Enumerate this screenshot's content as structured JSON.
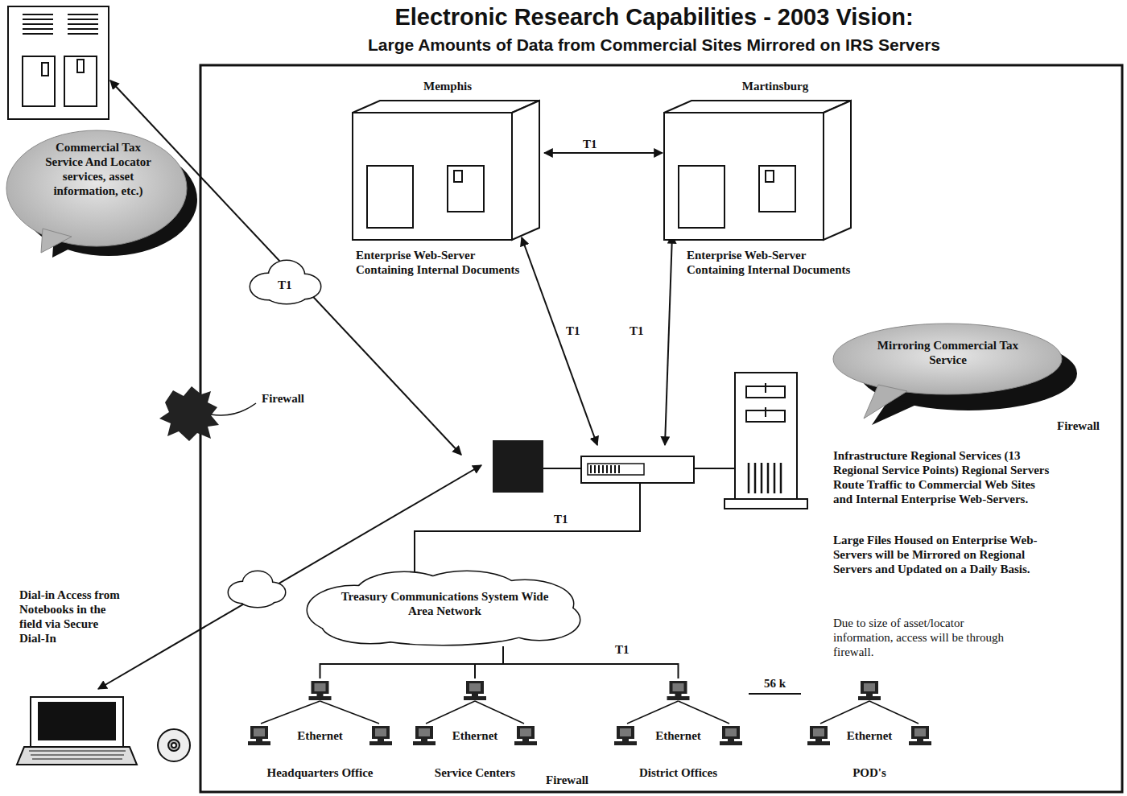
{
  "diagram": {
    "title": "Electronic Research Capabilities - 2003 Vision:",
    "nodes": [
      {
        "text": [
          "Commercial Tax Service And Locator services, asset information, etc.)"
        ]
      },
      {
        "text": [
          "Memphis",
          "Enterprise Web-Server Containing Internal Documents"
        ]
      },
      {
        "text": [
          "Martinsburg",
          "Enterprise Web-Server Containing Internal Documents"
        ]
      },
      {
        "text": [
          "Mirroring Commercial Tax Service"
        ]
      },
      {
        "text": [
          "Treasury Communications System Wide Area Network"
        ]
      },
      {
        "text": [
          "Dial-in Access from Notebooks in the field via Secure Dial-In"
        ]
      },
      {
        "text": [
          "Ethernet",
          "Headquarters Office"
        ]
      },
      {
        "text": [
          "Ethernet",
          "Service Centers"
        ]
      },
      {
        "text": [
          "Ethernet",
          "District Offices"
        ]
      },
      {
        "text": [
          "Ethernet",
          "POD's"
        ]
      }
    ],
    "edges": [
      {
        "from": 1,
        "to": 2,
        "arrow": "both",
        "label": "T1"
      },
      {
        "from": 4,
        "to": 6,
        "arrow": "none"
      },
      {
        "from": 4,
        "to": 7,
        "arrow": "none"
      },
      {
        "from": 4,
        "to": 8,
        "arrow": "none",
        "label": "T1"
      },
      {
        "from": 8,
        "to": 9,
        "arrow": "none",
        "label": "56 k"
      }
    ],
    "labels": [
      "Large Amounts of Data from Commercial Sites Mirrored on IRS Servers",
      "T1",
      "Firewall",
      "T1",
      "T1",
      "Firewall",
      "Infrastructure Regional Services (13 Regional Service Points) Regional Servers Route Traffic to Commercial Web Sites and Internal Enterprise Web-Servers.",
      "Large Files Housed on Enterprise Web-Servers will be Mirrored on Regional Servers and Updated on a Daily Basis.",
      "Due to size of asset/locator information, access will be through firewall.",
      "T1",
      "Firewall"
    ]
  }
}
